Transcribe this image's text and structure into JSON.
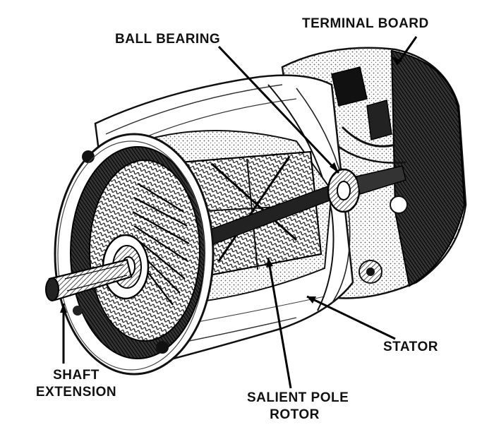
{
  "labels": {
    "terminal_board": "TERMINAL BOARD",
    "ball_bearing": "BALL BEARING",
    "stator": "STATOR",
    "shaft_extension": [
      "SHAFT",
      "EXTENSION"
    ],
    "salient_pole_rotor": [
      "SALIENT POLE",
      "ROTOR"
    ]
  }
}
